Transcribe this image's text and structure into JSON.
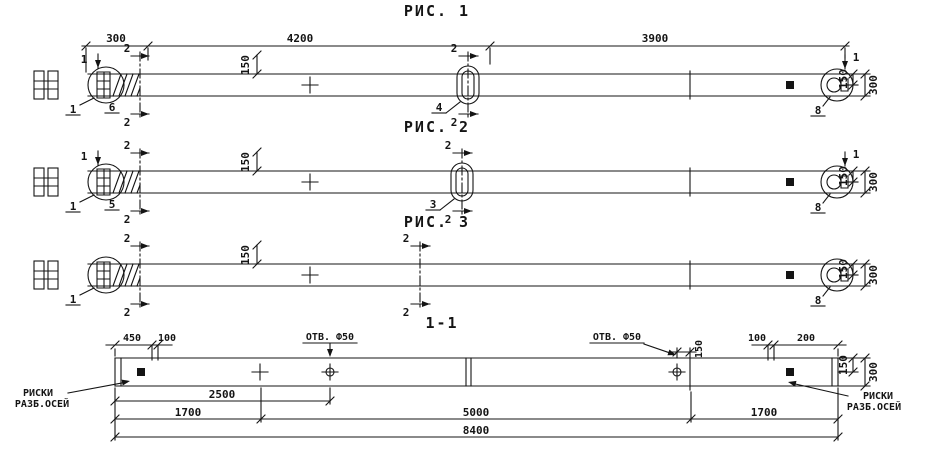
{
  "titles": {
    "fig1": "РИС. 1",
    "fig2": "РИС. 2",
    "fig3": "РИС. 3",
    "section": "1-1"
  },
  "dims": {
    "d300": "300",
    "d4200": "4200",
    "d3900": "3900",
    "d150": "150",
    "d450": "450",
    "d100": "100",
    "d200": "200",
    "d2500": "2500",
    "d1700": "1700",
    "d5000": "5000",
    "d8400": "8400"
  },
  "callouts": {
    "section1": "1",
    "section2": "2",
    "detail_left": "1",
    "fig1_left_num": "6",
    "fig2_left_num": "5",
    "fig1_mid": "4",
    "fig2_mid": "3",
    "detail_right": "8",
    "hole": "ОТВ. Ф50"
  },
  "notes": {
    "riski_line1": "РИСКИ",
    "riski_line2": "РАЗБ.ОСЕЙ"
  }
}
